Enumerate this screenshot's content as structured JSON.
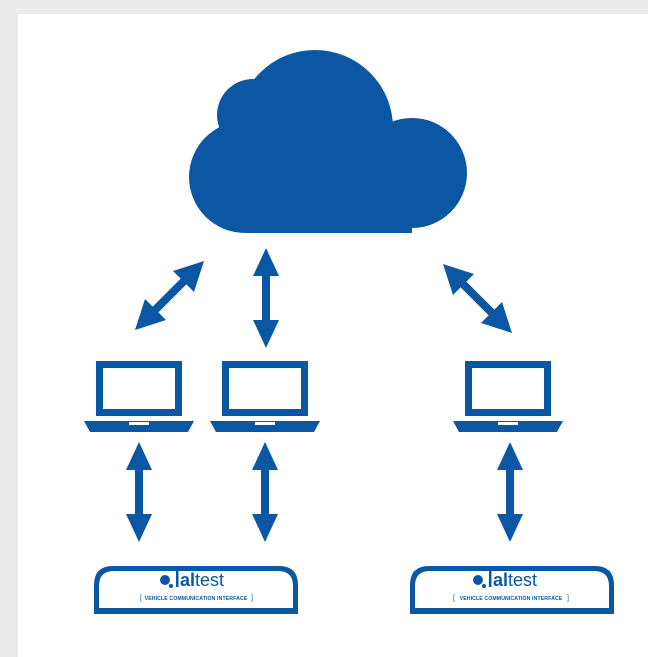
{
  "colors": {
    "primary": "#0b57a4",
    "background": "#ffffff",
    "page": "#ebebeb"
  },
  "cloud": {
    "icon": "cloud-icon"
  },
  "laptops": [
    {
      "icon": "laptop-icon"
    },
    {
      "icon": "laptop-icon"
    },
    {
      "icon": "laptop-icon"
    }
  ],
  "devices": [
    {
      "brand_prefix": "al",
      "brand_suffix": "test",
      "tagline": "VEHICLE COMMUNICATION INTERFACE"
    },
    {
      "brand_prefix": "al",
      "brand_suffix": "test",
      "tagline": "VEHICLE COMMUNICATION INTERFACE"
    }
  ]
}
